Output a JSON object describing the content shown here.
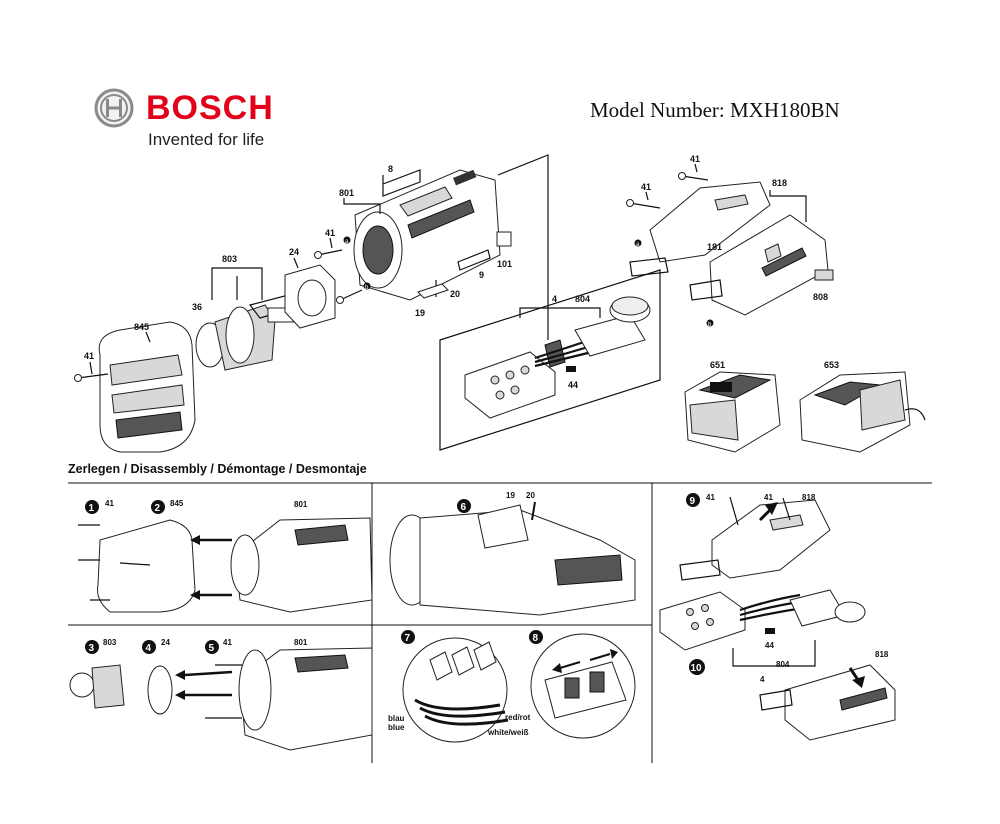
{
  "header": {
    "brand": "BOSCH",
    "tagline": "Invented for life",
    "model_line": "Model Number: MXH180BN",
    "brand_color": "#e2001a"
  },
  "diagram": {
    "labels": {
      "p8": "8",
      "p801": "801",
      "p41a": "41",
      "pa1": "a",
      "p24": "24",
      "p803": "803",
      "p36": "36",
      "p845": "845",
      "p41b": "41",
      "pb1": "b",
      "p20": "20",
      "p19": "19",
      "p9": "9",
      "p101": "101",
      "p4": "4",
      "p804": "804",
      "p44": "44",
      "p41c": "41",
      "p41d": "41",
      "p818": "818",
      "pa2": "a",
      "p181": "181",
      "pb2": "b",
      "p808": "808",
      "p651": "651",
      "p653": "653"
    },
    "bosch_mark": "BOSCH"
  },
  "disassembly": {
    "title": "Zerlegen / Disassembly / Démontage / Desmontaje",
    "steps": [
      "1",
      "2",
      "3",
      "4",
      "5",
      "6",
      "7",
      "8",
      "9",
      "10"
    ],
    "labels": {
      "s1_41": "41",
      "s2_845": "845",
      "s_801a": "801",
      "s3_803": "803",
      "s4_24": "24",
      "s5_41": "41",
      "s_801b": "801",
      "s6_19": "19",
      "s6_20": "20",
      "s9_41a": "41",
      "s9_41b": "41",
      "s9_818": "818",
      "s10_44": "44",
      "s10_804": "804",
      "s10_4": "4",
      "s10_818": "818"
    },
    "wires": {
      "blau": "blau",
      "blue": "blue",
      "red": "red/rot",
      "white": "white/weiß"
    }
  }
}
